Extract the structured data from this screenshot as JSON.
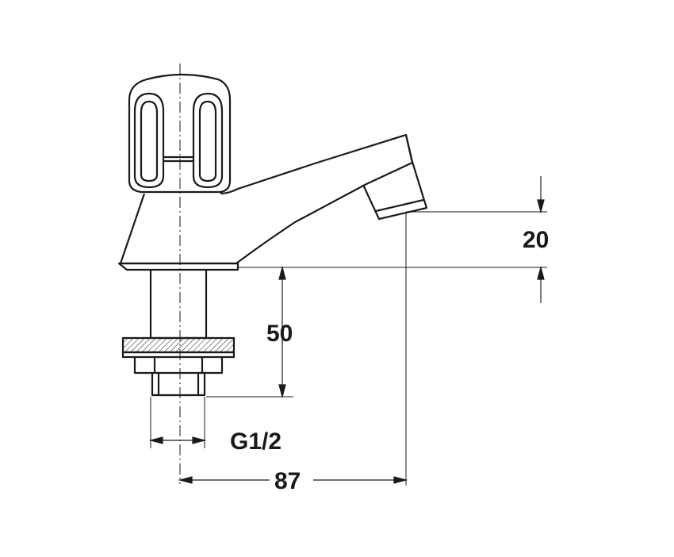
{
  "dimensions": {
    "spout_height": "20",
    "shank_length": "50",
    "thread_size": "G1/2",
    "spout_reach": "87"
  },
  "colors": {
    "line": "#1a1a1a",
    "background": "#ffffff"
  }
}
